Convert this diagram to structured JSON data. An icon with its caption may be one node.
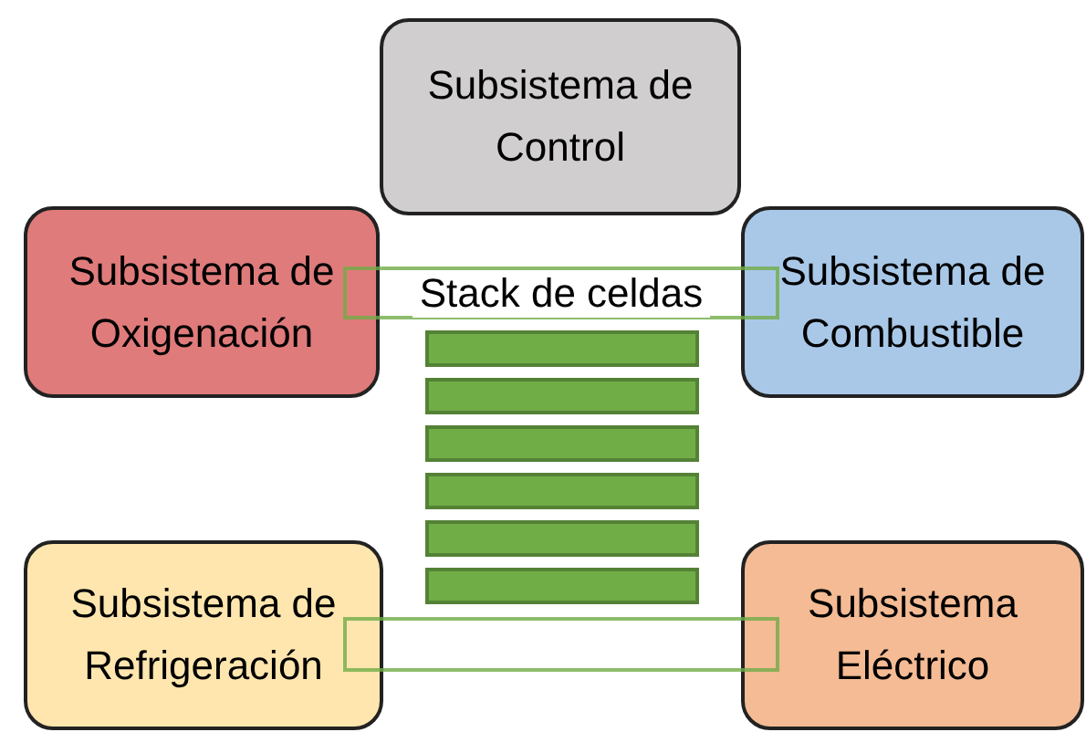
{
  "diagram": {
    "nodes": [
      {
        "text": [
          "Subsistema de Control"
        ]
      },
      {
        "text": [
          "Subsistema de Oxigenación"
        ]
      },
      {
        "text": [
          "Stack de celdas"
        ]
      },
      {
        "text": [
          "Subsistema de Combustible"
        ]
      },
      {
        "text": [],
        "shape": "bar"
      },
      {
        "text": [],
        "shape": "bar"
      },
      {
        "text": [],
        "shape": "bar"
      },
      {
        "text": [],
        "shape": "bar"
      },
      {
        "text": [],
        "shape": "bar"
      },
      {
        "text": [],
        "shape": "bar"
      },
      {
        "text": [
          "Subsistema de Refrigeración"
        ]
      },
      {
        "text": [],
        "shape": "box"
      },
      {
        "text": [
          "Subsistema Eléctrico"
        ]
      }
    ]
  }
}
